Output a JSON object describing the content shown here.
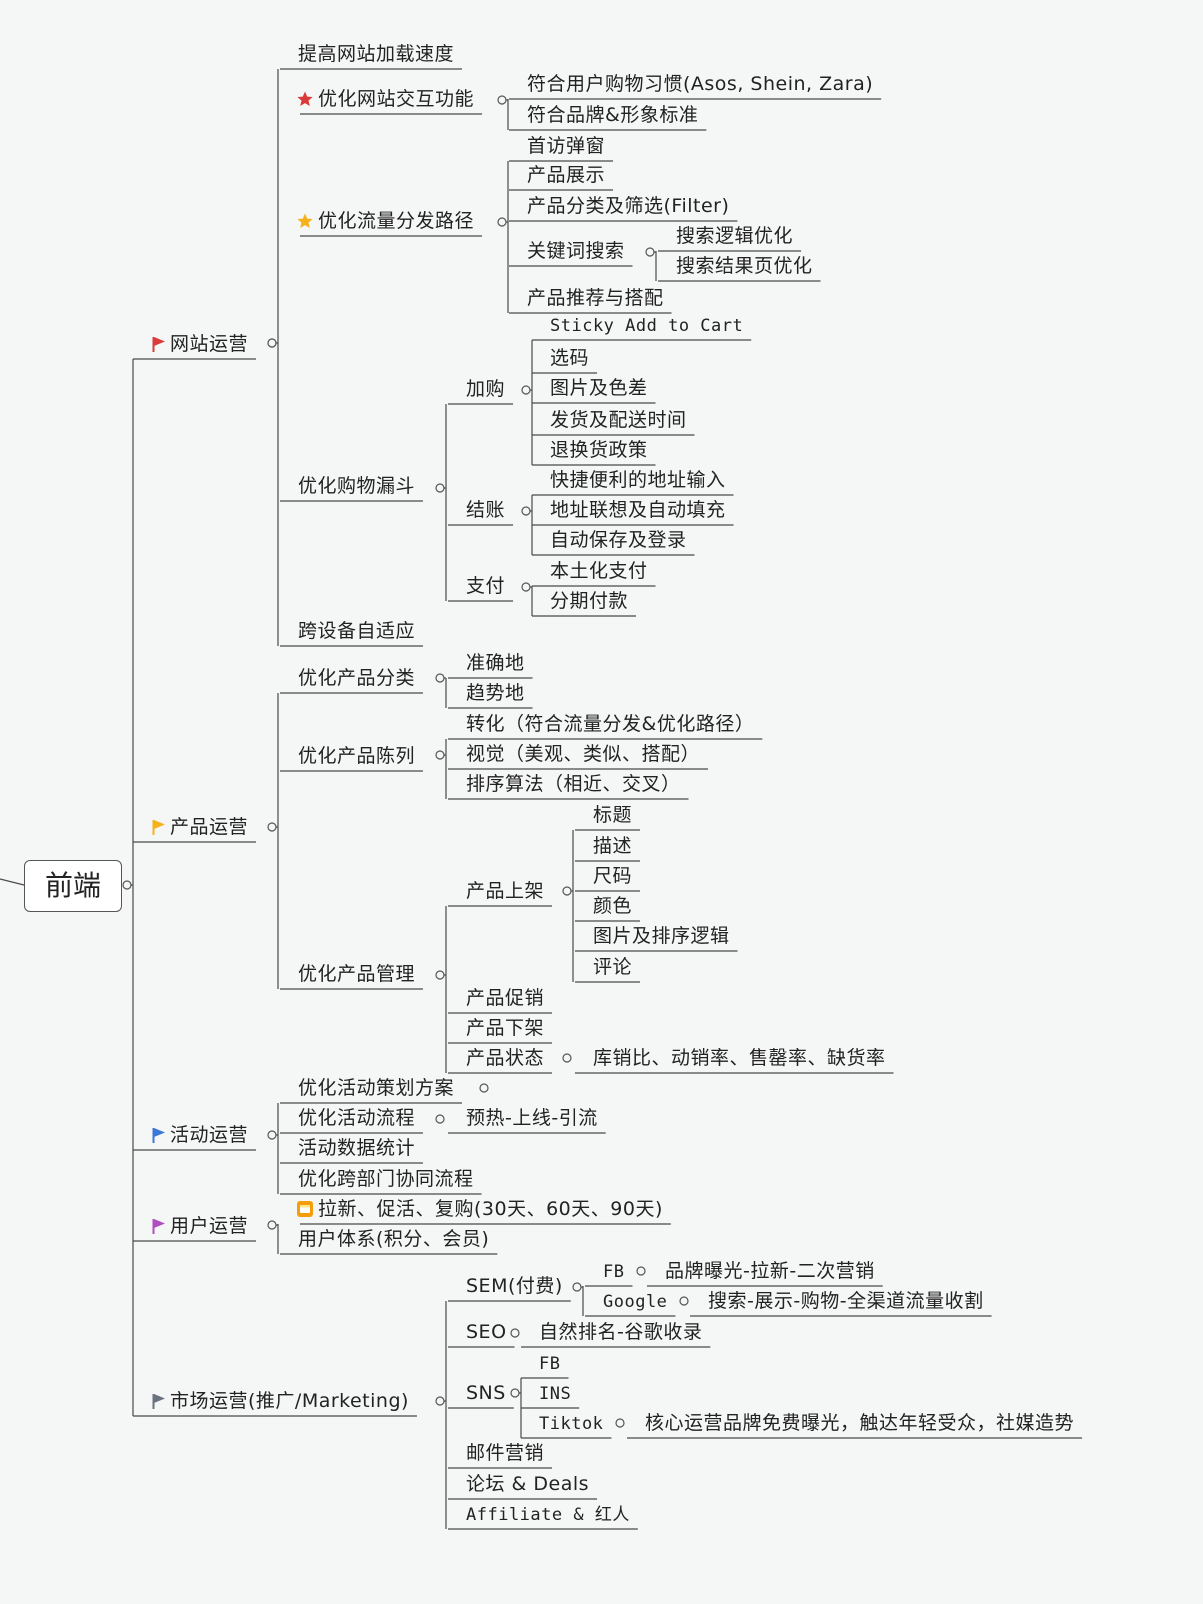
{
  "root": "前端",
  "colors": {
    "red": "#d93b3b",
    "yellow": "#f5b21b",
    "blue": "#3a78d8",
    "purple": "#b04fc0",
    "gray": "#6b7280",
    "line": "#4a4a4a"
  },
  "branches": {
    "website": {
      "label": "网站运营",
      "flag": "red",
      "speed": "提高网站加载速度",
      "interaction": {
        "label": "优化网站交互功能",
        "icon": "star-red",
        "children": [
          "符合用户购物习惯(Asos, Shein, Zara)",
          "符合品牌&形象标准"
        ]
      },
      "traffic": {
        "label": "优化流量分发路径",
        "icon": "star-yellow",
        "children": {
          "popup": "首访弹窗",
          "display": "产品展示",
          "filter": "产品分类及筛选(Filter)",
          "keyword": {
            "label": "关键词搜索",
            "children": [
              "搜索逻辑优化",
              "搜索结果页优化"
            ]
          },
          "recommend": "产品推荐与搭配"
        }
      },
      "funnel": {
        "label": "优化购物漏斗",
        "addcart": {
          "label": "加购",
          "children": [
            "Sticky Add to Cart",
            "选码",
            "图片及色差",
            "发货及配送时间",
            "退换货政策"
          ]
        },
        "checkout": {
          "label": "结账",
          "children": [
            "快捷便利的地址输入",
            "地址联想及自动填充",
            "自动保存及登录"
          ]
        },
        "payment": {
          "label": "支付",
          "children": [
            "本土化支付",
            "分期付款"
          ]
        }
      },
      "responsive": "跨设备自适应"
    },
    "product": {
      "label": "产品运营",
      "flag": "yellow",
      "category": {
        "label": "优化产品分类",
        "children": [
          "准确地",
          "趋势地"
        ]
      },
      "display": {
        "label": "优化产品陈列",
        "children": [
          "转化（符合流量分发&优化路径）",
          "视觉（美观、类似、搭配）",
          "排序算法（相近、交叉）"
        ]
      },
      "manage": {
        "label": "优化产品管理",
        "listing": {
          "label": "产品上架",
          "children": [
            "标题",
            "描述",
            "尺码",
            "颜色",
            "图片及排序逻辑",
            "评论"
          ]
        },
        "promo": "产品促销",
        "delist": "产品下架",
        "status": {
          "label": "产品状态",
          "child": "库销比、动销率、售罄率、缺货率"
        }
      }
    },
    "activity": {
      "label": "活动运营",
      "flag": "blue",
      "plan": "优化活动策划方案",
      "flow": {
        "label": "优化活动流程",
        "child": "预热-上线-引流"
      },
      "stats": "活动数据统计",
      "collab": "优化跨部门协同流程"
    },
    "user": {
      "label": "用户运营",
      "flag": "purple",
      "acq": "拉新、促活、复购(30天、60天、90天)",
      "system": "用户体系(积分、会员)"
    },
    "marketing": {
      "label": "市场运营(推广/Marketing)",
      "flag": "gray",
      "sem": {
        "label": "SEM(付费)",
        "fb": {
          "label": "FB",
          "child": "品牌曝光-拉新-二次营销"
        },
        "google": {
          "label": "Google",
          "child": "搜索-展示-购物-全渠道流量收割"
        }
      },
      "seo": {
        "label": "SEO",
        "child": "自然排名-谷歌收录"
      },
      "sns": {
        "label": "SNS",
        "fb": "FB",
        "ins": "INS",
        "tiktok": {
          "label": "Tiktok",
          "child": "核心运营品牌免费曝光，触达年轻受众，社媒造势"
        }
      },
      "email": "邮件营销",
      "forum": "论坛 & Deals",
      "affiliate": "Affiliate & 红人"
    }
  }
}
